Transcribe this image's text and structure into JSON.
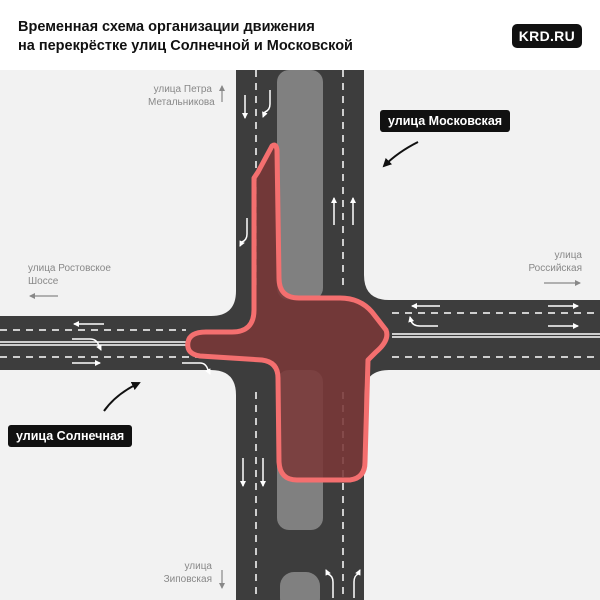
{
  "header": {
    "title_line1": "Временная схема организации движения",
    "title_line2": "на перекрёстке улиц Солнечной и Московской",
    "logo": "KRD.RU"
  },
  "streets": {
    "petra_metalnikova": {
      "line1": "улица Петра",
      "line2": "Метальникова"
    },
    "rostovskoe_shosse": {
      "line1": "улица Ростовское",
      "line2": "Шоссе"
    },
    "rossiyskaya": {
      "line1": "улица",
      "line2": "Российская"
    },
    "zipovskaya": {
      "line1": "улица",
      "line2": "Зиповская"
    }
  },
  "callouts": {
    "moskovskaya": "улица Московская",
    "solnechnaya": "улица Солнечная"
  },
  "colors": {
    "road": "#3d3d3d",
    "median": "#808080",
    "background": "#f2f2f2",
    "work_zone_fill": "#7a3838",
    "work_zone_outline": "#f46f6f",
    "lane_marking": "#ffffff"
  },
  "icons": [
    "arrow-up-icon",
    "arrow-down-icon",
    "arrow-left-icon",
    "arrow-right-icon",
    "turn-arrow-icon",
    "callout-pointer-icon"
  ]
}
